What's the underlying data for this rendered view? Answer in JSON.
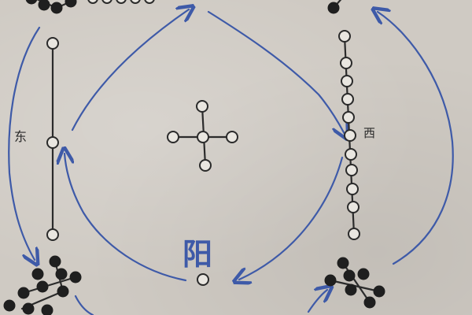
{
  "labels": {
    "east": "东",
    "west": "西",
    "yang": "阳"
  },
  "colors": {
    "paper": "#cfcac3",
    "ink_blue": "#3e5aa8",
    "ink_dark": "#2b2b2b"
  }
}
